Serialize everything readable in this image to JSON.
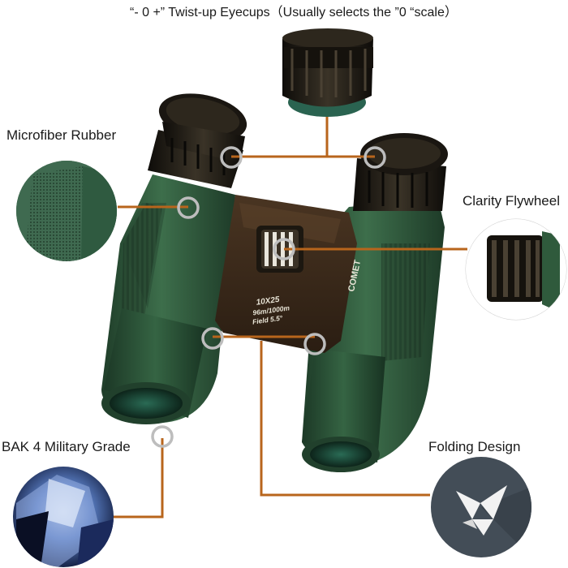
{
  "callouts": {
    "eyecups": "“- 0 +”  Twist-up Eyecups（Usually selects the ”0 “scale）",
    "microfiber": "Microfiber Rubber",
    "flywheel": "Clarity Flywheel",
    "bak4": "BAK 4 Military Grade",
    "folding": "Folding Design"
  },
  "product": {
    "brand": "COMET",
    "model": "10X25",
    "field_line1": "96m/1000m",
    "field_line2": "Field 5.5°"
  },
  "colors": {
    "leader": "#b8651c",
    "marker_ring": "#bdbdbd",
    "body_green": "#2f5a3c",
    "bridge_brown": "#3a2a1c",
    "eyecup_black": "#1d1a15"
  }
}
